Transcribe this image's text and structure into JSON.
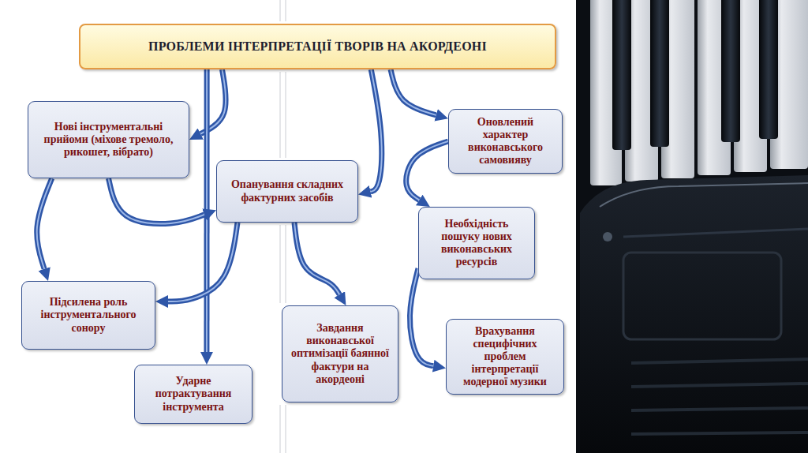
{
  "diagram": {
    "nodes": [
      {
        "text": [
          "ПРОБЛЕМИ ІНТЕРПРЕТАЦІЇ ТВОРІВ НА АКОРДЕОНІ"
        ]
      },
      {
        "text": [
          "Нові інструментальні прийоми (міхове тремоло, рикошет, вібрато)"
        ]
      },
      {
        "text": [
          "Оновлений характер виконавського самовияву"
        ]
      },
      {
        "text": [
          "Опанування складних фактурних засобів"
        ]
      },
      {
        "text": [
          "Необхідність пошуку нових виконавських ресурсів"
        ]
      },
      {
        "text": [
          "Підсилена роль інструментального сонору"
        ]
      },
      {
        "text": [
          "Завдання виконавської оптимізації баянної фактури на акордеоні"
        ]
      },
      {
        "text": [
          "Врахування специфічних проблем інтерпретації модерної музики"
        ]
      },
      {
        "text": [
          "Ударне потрактування інструмента"
        ]
      }
    ],
    "edges": [
      {
        "from": 0,
        "to": 1,
        "arrow": "to"
      },
      {
        "from": 0,
        "to": 8,
        "arrow": "to"
      },
      {
        "from": 0,
        "to": 3,
        "arrow": "to"
      },
      {
        "from": 0,
        "to": 2,
        "arrow": "to"
      },
      {
        "from": 1,
        "to": 5,
        "arrow": "to"
      },
      {
        "from": 1,
        "to": 3,
        "arrow": "to"
      },
      {
        "from": 3,
        "to": 5,
        "arrow": "to"
      },
      {
        "from": 3,
        "to": 6,
        "arrow": "to"
      },
      {
        "from": 2,
        "to": 4,
        "arrow": "to"
      },
      {
        "from": 4,
        "to": 7,
        "arrow": "to"
      }
    ]
  }
}
